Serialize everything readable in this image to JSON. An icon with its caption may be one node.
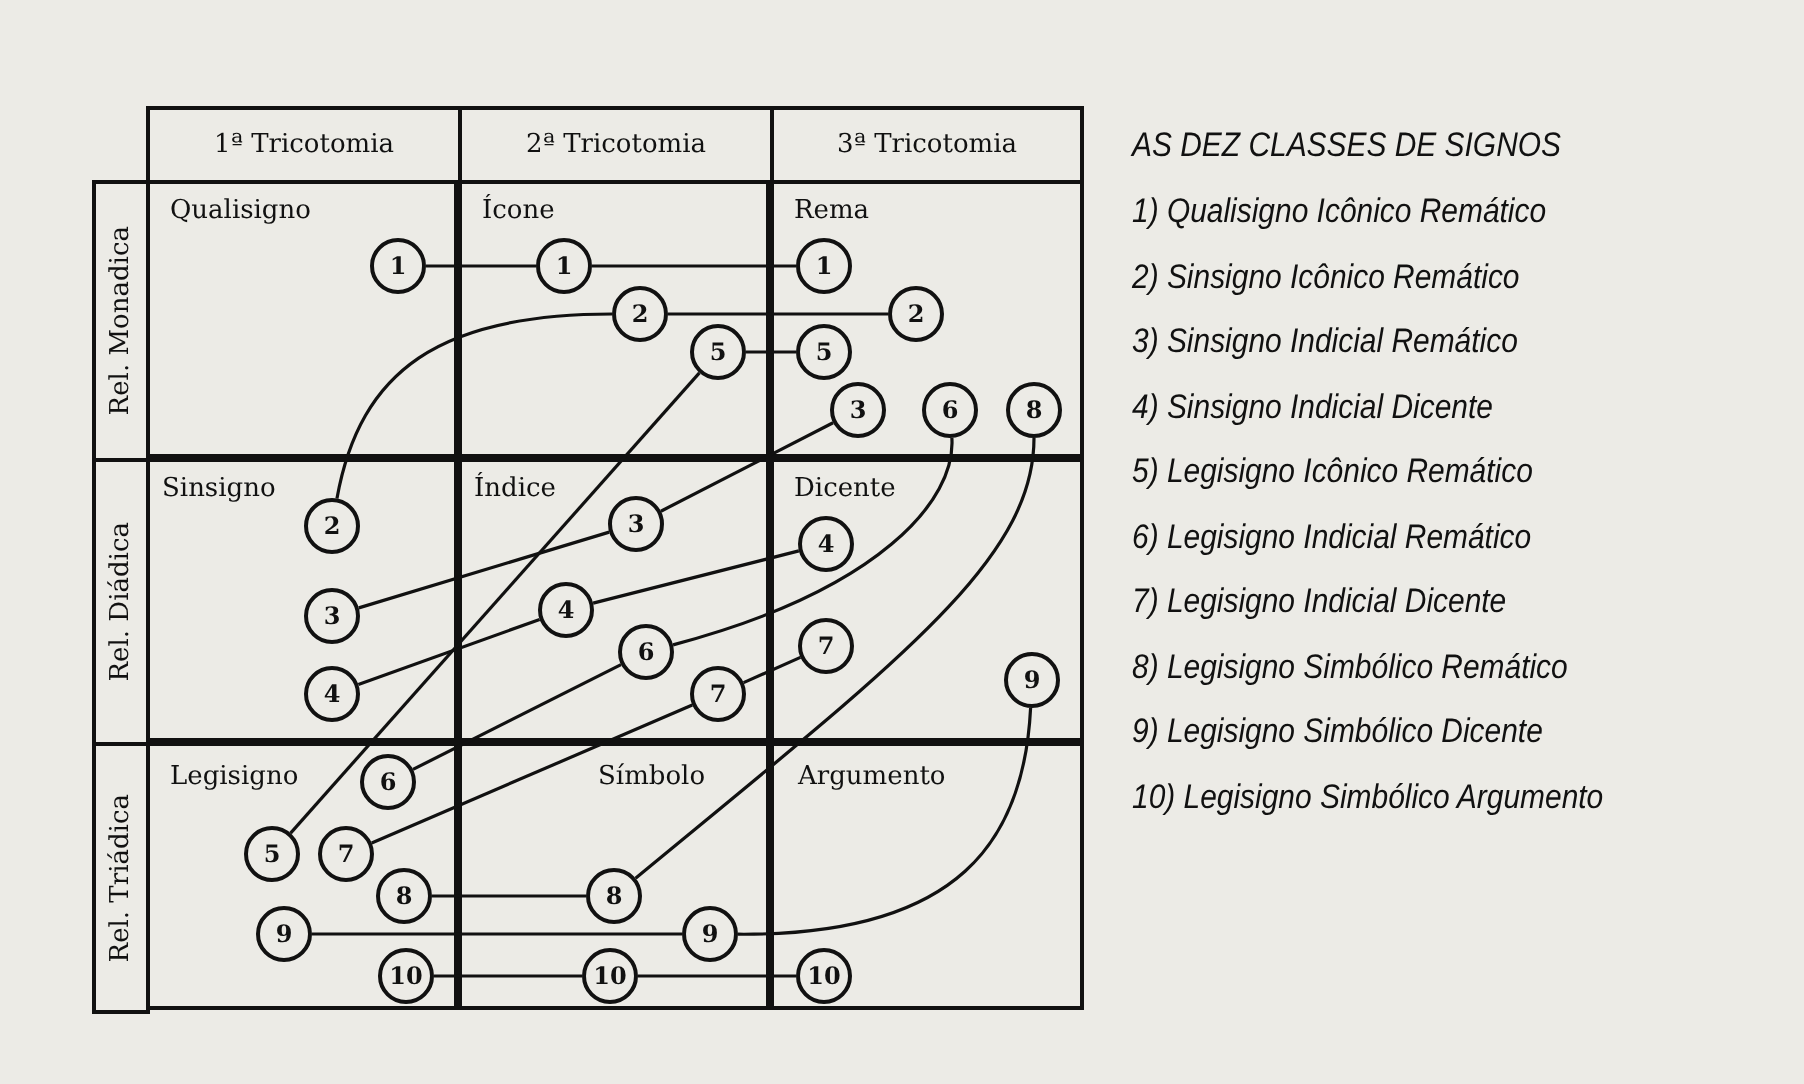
{
  "diagram": {
    "title": "AS DEZ CLASSES DE SIGNOS",
    "nodes": [
      {
        "text": [
          "Qualisigno"
        ]
      },
      {
        "text": [
          "1"
        ],
        "in": 0
      },
      {
        "text": [
          "Ícone"
        ]
      },
      {
        "text": [
          "1"
        ],
        "in": 2
      },
      {
        "text": [
          "2"
        ],
        "in": 2
      },
      {
        "text": [
          "5"
        ],
        "in": 2
      },
      {
        "text": [
          "Rema"
        ]
      },
      {
        "text": [
          "1"
        ],
        "in": 6
      },
      {
        "text": [
          "2"
        ],
        "in": 6
      },
      {
        "text": [
          "5"
        ],
        "in": 6
      },
      {
        "text": [
          "3"
        ],
        "in": 6
      },
      {
        "text": [
          "6"
        ],
        "in": 6
      },
      {
        "text": [
          "8"
        ],
        "in": 6
      },
      {
        "text": [
          "Sinsigno"
        ]
      },
      {
        "text": [
          "2"
        ],
        "in": 13
      },
      {
        "text": [
          "3"
        ],
        "in": 13
      },
      {
        "text": [
          "4"
        ],
        "in": 13
      },
      {
        "text": [
          "Índice"
        ]
      },
      {
        "text": [
          "3"
        ],
        "in": 17
      },
      {
        "text": [
          "4"
        ],
        "in": 17
      },
      {
        "text": [
          "6"
        ],
        "in": 17
      },
      {
        "text": [
          "7"
        ],
        "in": 17
      },
      {
        "text": [
          "Dicente"
        ]
      },
      {
        "text": [
          "4"
        ],
        "in": 22
      },
      {
        "text": [
          "7"
        ],
        "in": 22
      },
      {
        "text": [
          "9"
        ],
        "in": 22
      },
      {
        "text": [
          "Legisigno"
        ]
      },
      {
        "text": [
          "6"
        ],
        "in": 26
      },
      {
        "text": [
          "5"
        ],
        "in": 26
      },
      {
        "text": [
          "7"
        ],
        "in": 26
      },
      {
        "text": [
          "8"
        ],
        "in": 26
      },
      {
        "text": [
          "9"
        ],
        "in": 26
      },
      {
        "text": [
          "10"
        ],
        "in": 26
      },
      {
        "text": [
          "Símbolo"
        ]
      },
      {
        "text": [
          "8"
        ],
        "in": 33
      },
      {
        "text": [
          "9"
        ],
        "in": 33
      },
      {
        "text": [
          "10"
        ],
        "in": 33
      },
      {
        "text": [
          "Argumento"
        ]
      },
      {
        "text": [
          "10"
        ],
        "in": 37
      }
    ],
    "edges": [
      {
        "from": 1,
        "to": 3,
        "arrow": "none"
      },
      {
        "from": 3,
        "to": 7,
        "arrow": "none"
      },
      {
        "from": 14,
        "to": 4,
        "arrow": "none"
      },
      {
        "from": 4,
        "to": 8,
        "arrow": "none"
      },
      {
        "from": 15,
        "to": 18,
        "arrow": "none"
      },
      {
        "from": 18,
        "to": 10,
        "arrow": "none"
      },
      {
        "from": 16,
        "to": 19,
        "arrow": "none"
      },
      {
        "from": 19,
        "to": 23,
        "arrow": "none"
      },
      {
        "from": 28,
        "to": 5,
        "arrow": "none"
      },
      {
        "from": 5,
        "to": 9,
        "arrow": "none"
      },
      {
        "from": 27,
        "to": 20,
        "arrow": "none"
      },
      {
        "from": 20,
        "to": 11,
        "arrow": "none"
      },
      {
        "from": 29,
        "to": 21,
        "arrow": "none"
      },
      {
        "from": 21,
        "to": 24,
        "arrow": "none"
      },
      {
        "from": 30,
        "to": 34,
        "arrow": "none"
      },
      {
        "from": 34,
        "to": 12,
        "arrow": "none"
      },
      {
        "from": 31,
        "to": 35,
        "arrow": "none"
      },
      {
        "from": 35,
        "to": 25,
        "arrow": "none"
      },
      {
        "from": 32,
        "to": 36,
        "arrow": "none"
      },
      {
        "from": 36,
        "to": 38,
        "arrow": "none"
      }
    ],
    "labels": [
      "1ª Tricotomia",
      "2ª Tricotomia",
      "3ª Tricotomia",
      "Rel. Monadica",
      "Rel. Diádica",
      "Rel. Triádica",
      "1) Qualisigno Icônico Remático",
      "2) Sinsigno Icônico Remático",
      "3) Sinsigno Indicial Remático",
      "4) Sinsigno Indicial Dicente",
      "5) Legisigno Icônico Remático",
      "6) Legisigno Indicial Remático",
      "7) Legisigno Indicial Dicente",
      "8) Legisigno Simbólico Remático",
      "9) Legisigno Simbólico Dicente",
      "10) Legisigno Simbólico Argumento"
    ]
  }
}
